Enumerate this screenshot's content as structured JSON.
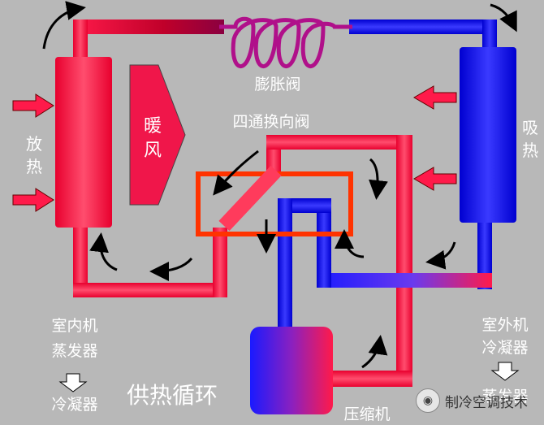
{
  "labels": {
    "expansion_valve": "膨胀阀",
    "four_way_valve": "四通换向阀",
    "release_heat": [
      "放",
      "热"
    ],
    "absorb_heat": [
      "吸",
      "热"
    ],
    "warm_air": [
      "暖",
      "风"
    ],
    "indoor_unit": [
      "室内机",
      "蒸发器"
    ],
    "indoor_condenser": "冷凝器",
    "outdoor_unit": [
      "室外机",
      "冷凝器"
    ],
    "outdoor_evaporator": "蒸发器",
    "title": "供热循环",
    "compressor": "压缩机"
  },
  "watermark": {
    "text": "制冷空调技术",
    "icon": "wechat-icon"
  },
  "colors": {
    "background": "#b8b8b8",
    "hot_red": "#ff1a4a",
    "cold_blue": "#1a1aff",
    "valve_orange": "#ff3300",
    "coil_magenta": "#b0108a"
  }
}
